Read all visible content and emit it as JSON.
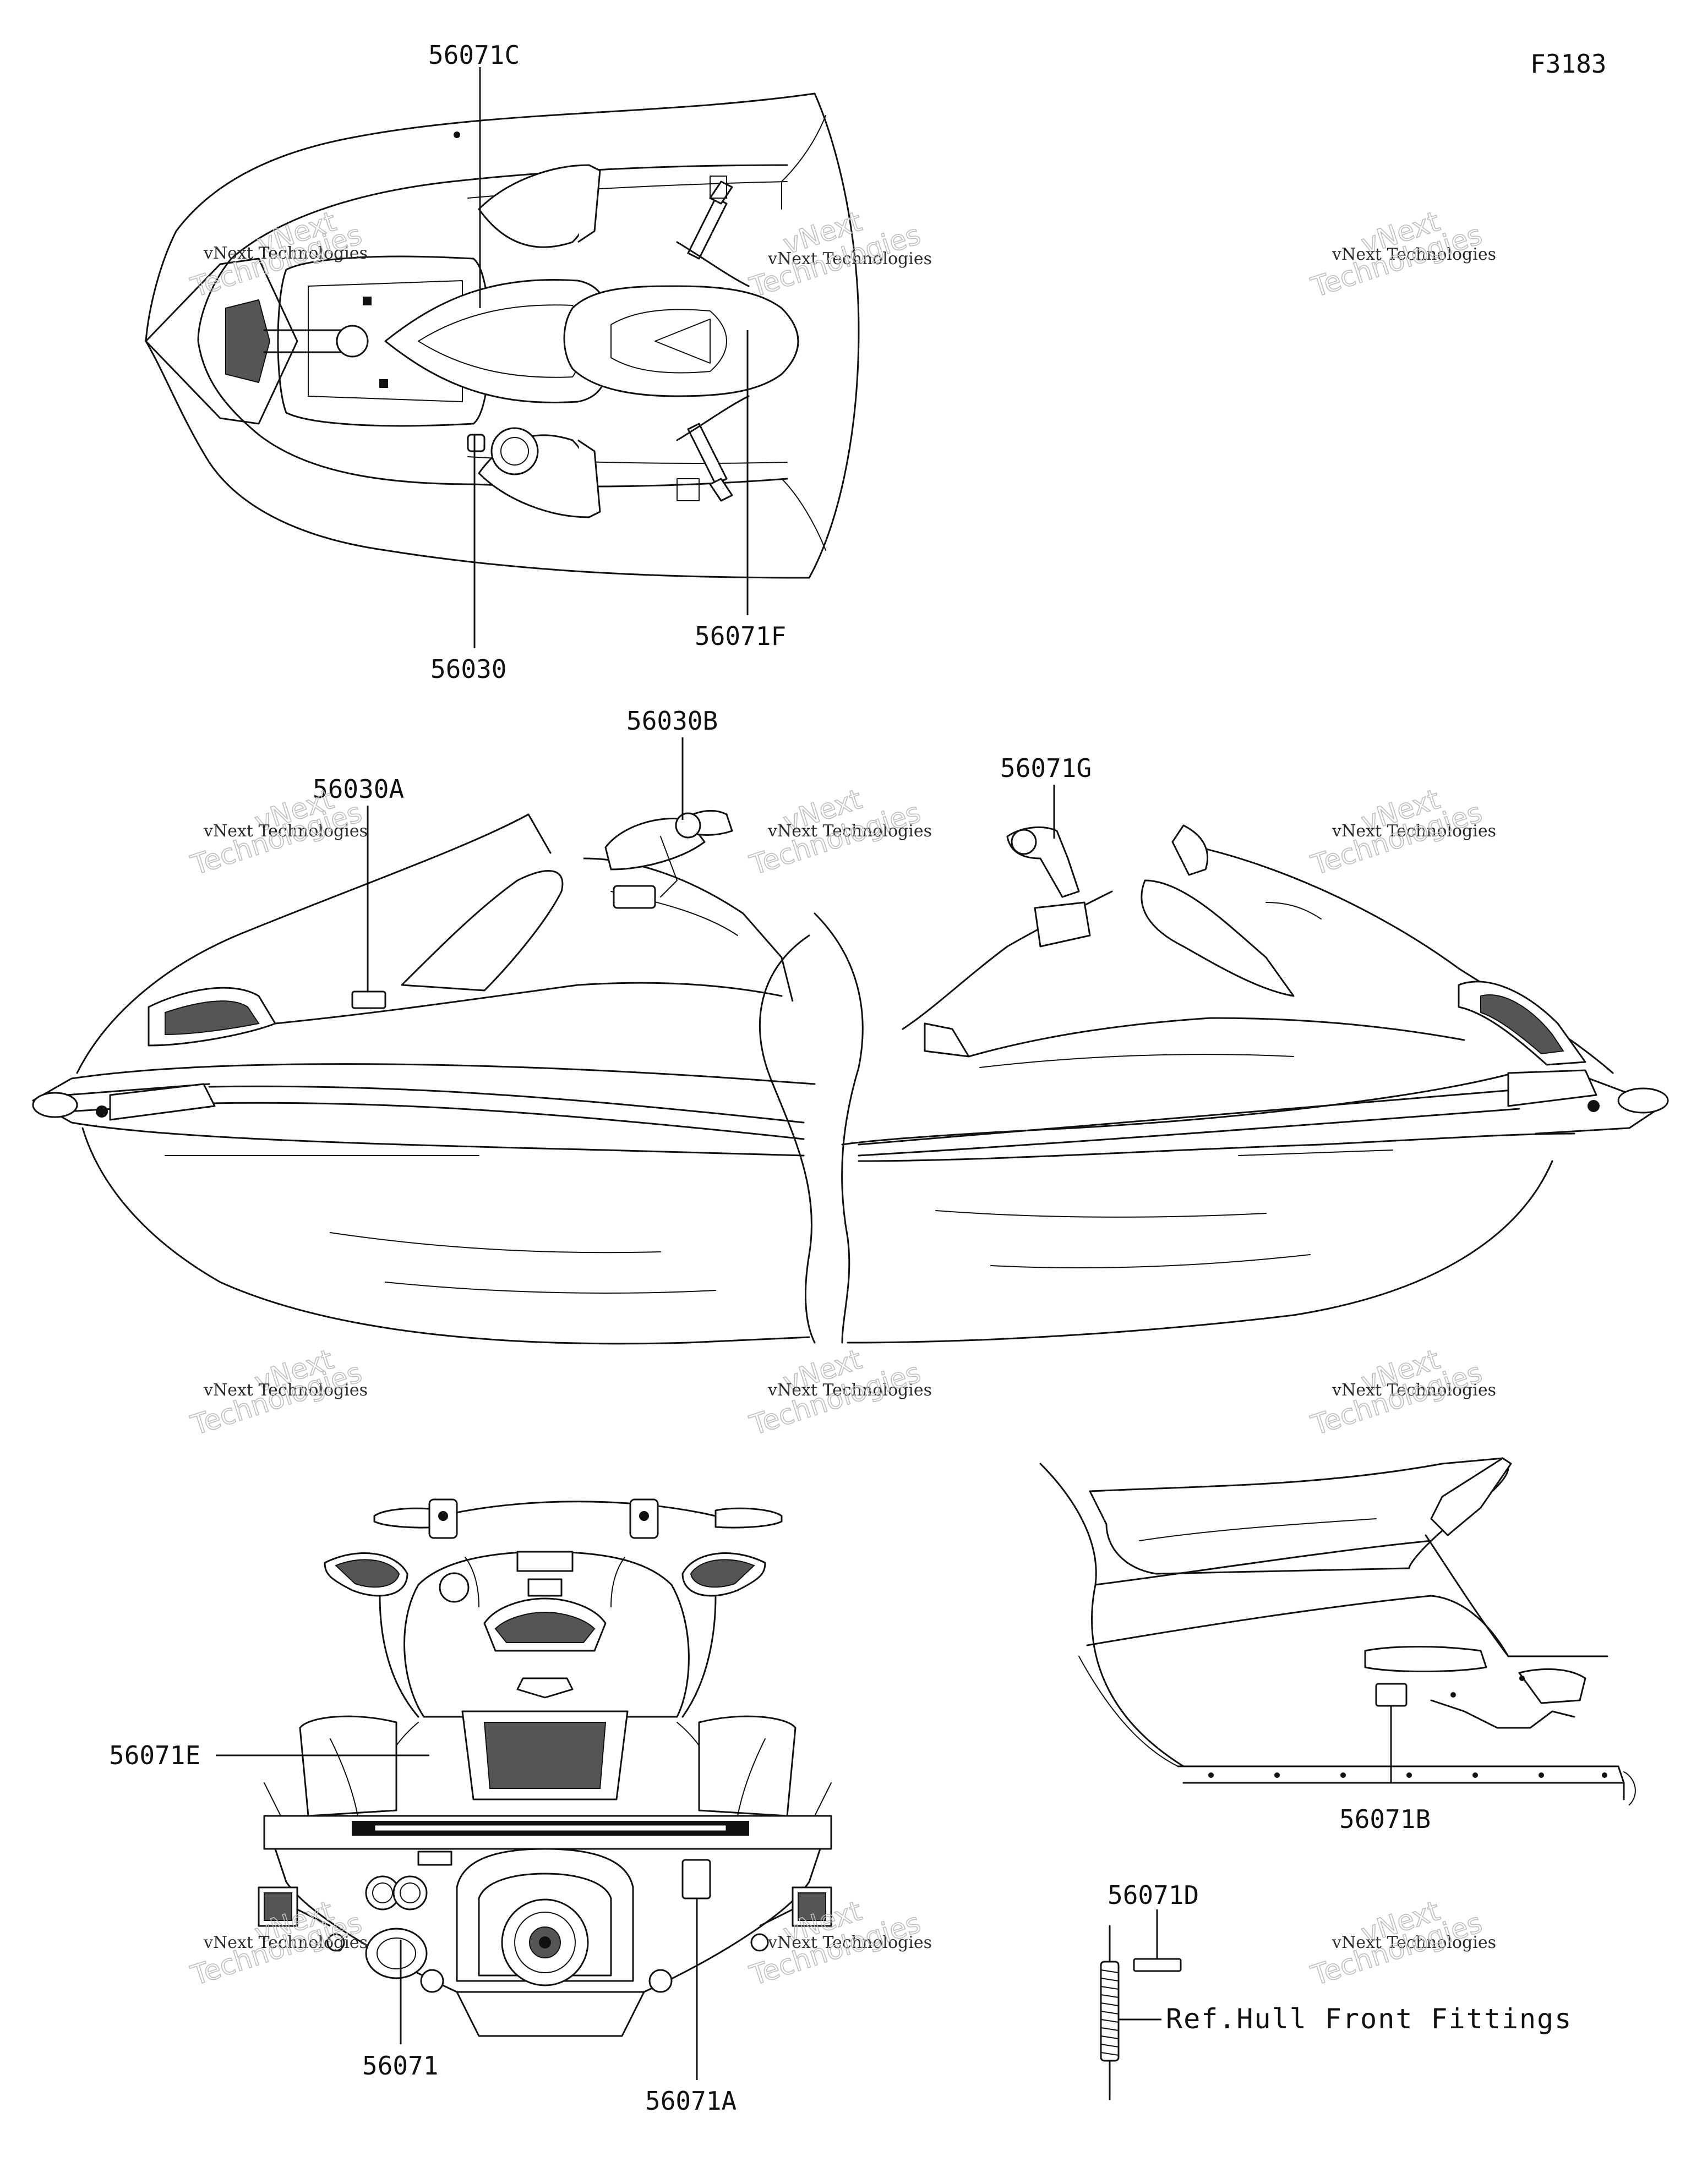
{
  "figure_code": "F3183",
  "callouts": {
    "c_56071C": "56071C",
    "c_56030": "56030",
    "c_56071F": "56071F",
    "c_56030B": "56030B",
    "c_56030A": "56030A",
    "c_56071G": "56071G",
    "c_56071E": "56071E",
    "c_56071": "56071",
    "c_56071A": "56071A",
    "c_56071B": "56071B",
    "c_56071D": "56071D"
  },
  "reference_note": "Ref.Hull Front Fittings",
  "watermark": {
    "brand_small": "vNext Technologies",
    "brand_large": "Technologies",
    "mark": "vNext"
  },
  "colors": {
    "line": "#111111",
    "watermark_outline": "#bdbdbd",
    "background": "#ffffff"
  }
}
